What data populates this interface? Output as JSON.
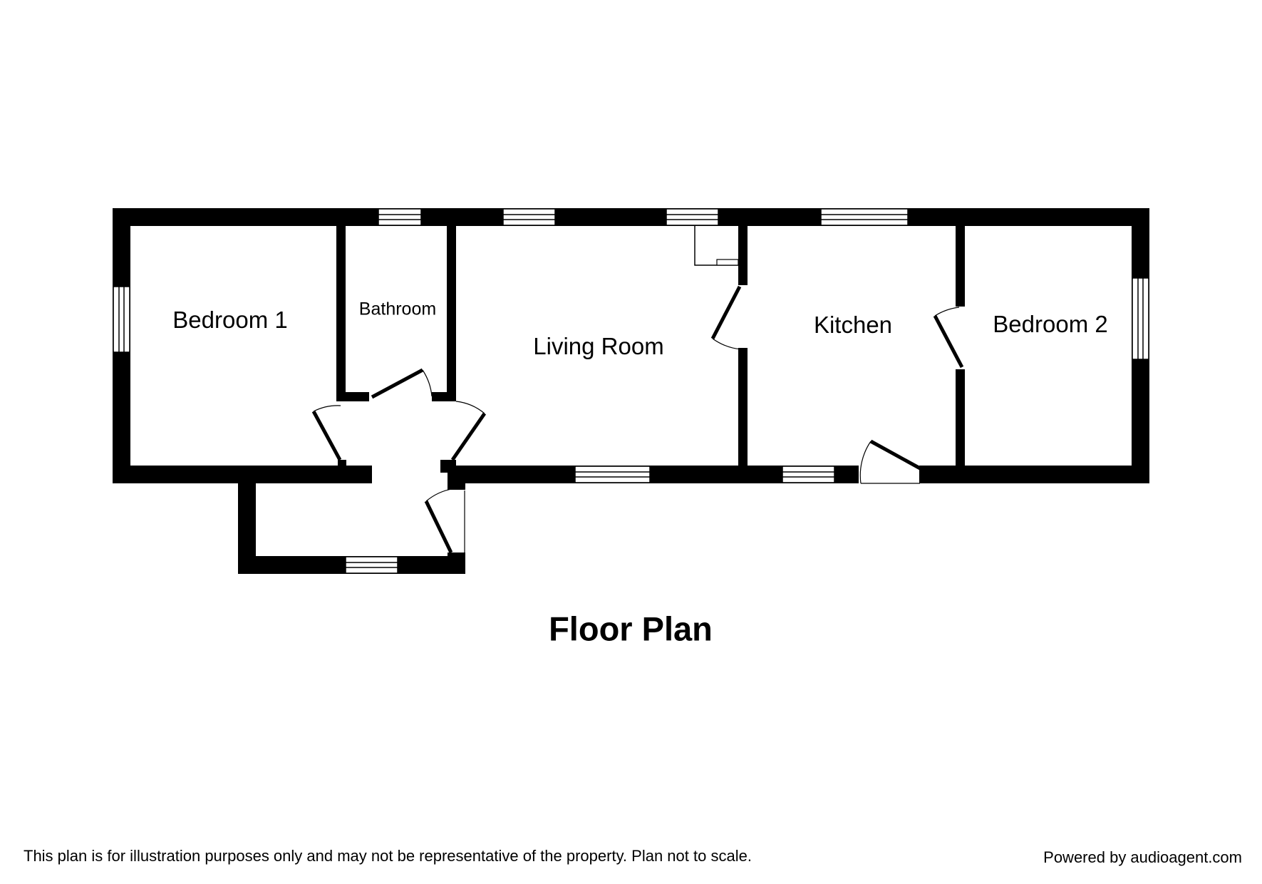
{
  "title": "Floor Plan",
  "rooms": {
    "bedroom1": "Bedroom 1",
    "bathroom": "Bathroom",
    "living_room": "Living Room",
    "kitchen": "Kitchen",
    "bedroom2": "Bedroom 2"
  },
  "footer": {
    "disclaimer": "This plan is for illustration purposes only and may not be representative of the property. Plan not to scale.",
    "credit": "Powered by audioagent.com"
  },
  "colors": {
    "wall": "#000000",
    "background": "#ffffff"
  }
}
